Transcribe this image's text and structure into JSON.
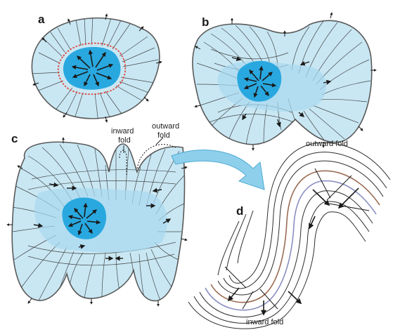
{
  "panels": {
    "a": {
      "letter": "a"
    },
    "b": {
      "letter": "b"
    },
    "c": {
      "letter": "c",
      "inward_fold_label_line1": "inward",
      "inward_fold_label_line2": "fold",
      "outward_fold_label_line1": "outward",
      "outward_fold_label_line2": "fold"
    },
    "d": {
      "letter": "d",
      "outward_fold_label": "outward fold",
      "inward_fold_label": "inward fold"
    }
  },
  "colors": {
    "outer_tissue": "#c9e7f3",
    "inner_core": "#29a8e0",
    "boundary_line": "#5a5a5a",
    "fiber_line": "#2d2d2d",
    "red_boundary": "#e0483f",
    "arrow_fill": "#1a1a1a",
    "connector_arrow": "#8ed0ec",
    "fold_brown": "#9a6b52",
    "fold_purple": "#8a8fc0"
  }
}
